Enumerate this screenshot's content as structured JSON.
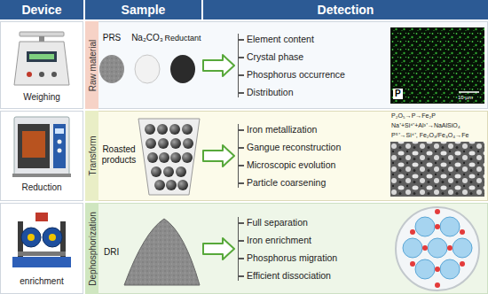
{
  "diagram": {
    "nodes": [
      {
        "text": [
          "Device"
        ]
      },
      {
        "text": [
          "Sample"
        ]
      },
      {
        "text": [
          "Detection"
        ]
      },
      {
        "text": [
          "Raw material"
        ]
      },
      {
        "text": [
          "PRS",
          "Na₂CO₃",
          "Reductant"
        ]
      },
      {
        "text": [
          "Element content",
          "Crystal phase",
          "Phosphorus occurrence",
          "Distribution"
        ]
      },
      {
        "text": [
          "Transform"
        ]
      },
      {
        "text": [
          "Roasted products"
        ]
      },
      {
        "text": [
          "Iron metallization",
          "Gangue reconstruction",
          "Microscopic evolution",
          "Particle coarsening"
        ]
      },
      {
        "text": [
          "Dephosphorization"
        ]
      },
      {
        "text": [
          "DRI"
        ]
      },
      {
        "text": [
          "Full separation",
          "Iron enrichment",
          "Phosphorus migration",
          "Efficient dissociation"
        ]
      }
    ],
    "edges": [
      {
        "from": 4,
        "to": 5,
        "arrow": "to"
      },
      {
        "from": 7,
        "to": 8,
        "arrow": "to"
      },
      {
        "from": 10,
        "to": 11,
        "arrow": "to"
      }
    ],
    "labels": [
      "Weighing",
      "P",
      "10 µm",
      "Reduction",
      "P₂O₅→P→Fe₂P",
      "Na⁺+Si⁴⁺+Al³⁺→NaAlSiO₄",
      "P⁵⁺→Si⁴⁺, Fe₂O₃/Fe₃O₄→Fe",
      "enrichment"
    ]
  }
}
